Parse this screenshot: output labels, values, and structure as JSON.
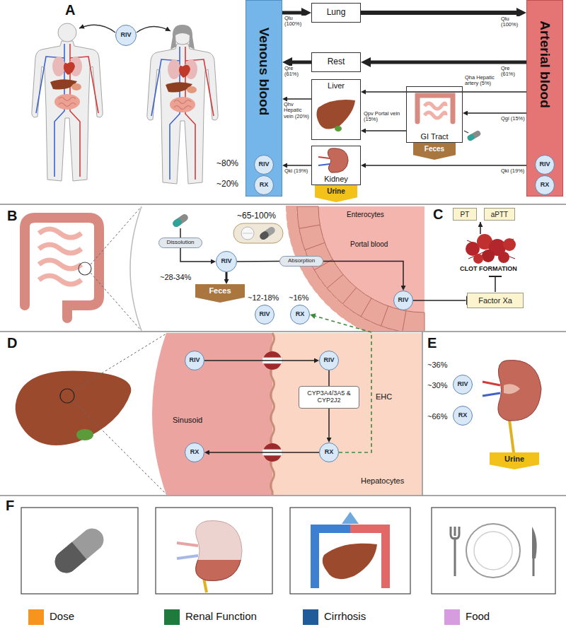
{
  "diagram": {
    "nodes": [
      {
        "text": [
          "RIV"
        ]
      },
      {
        "text": [
          "Venous blood"
        ]
      },
      {
        "text": [
          "RIV"
        ],
        "in": 1
      },
      {
        "text": [
          "RX"
        ],
        "in": 1
      },
      {
        "text": [
          "Lung"
        ]
      },
      {
        "text": [
          "Rest"
        ]
      },
      {
        "text": [
          "Liver"
        ]
      },
      {
        "text": [
          "GI Tract"
        ]
      },
      {
        "text": [
          "Feces"
        ]
      },
      {
        "text": [
          "Kidney"
        ]
      },
      {
        "text": [
          "Urine"
        ]
      },
      {
        "text": [
          "Arterial blood"
        ]
      },
      {
        "text": [
          "RIV"
        ],
        "in": 11
      },
      {
        "text": [
          "RX"
        ],
        "in": 11
      },
      {
        "text": [
          "Dissolution"
        ]
      },
      {
        "text": [
          "RIV"
        ]
      },
      {
        "text": [
          "Feces"
        ]
      },
      {
        "text": [
          "RIV"
        ]
      },
      {
        "text": [
          "RX"
        ]
      },
      {
        "text": [
          "Absorption"
        ]
      },
      {
        "text": [
          "RIV"
        ]
      },
      {
        "text": [
          "PT"
        ]
      },
      {
        "text": [
          "aPTT"
        ]
      },
      {
        "text": [
          "Factor Xa"
        ]
      },
      {
        "text": [
          "RIV"
        ]
      },
      {
        "text": [
          "RIV"
        ]
      },
      {
        "text": [
          "CYP3A4/3A5 & CYP2J2"
        ]
      },
      {
        "text": [
          "RX"
        ]
      },
      {
        "text": [
          "RX"
        ]
      },
      {
        "text": [
          "RIV"
        ]
      },
      {
        "text": [
          "RX"
        ]
      },
      {
        "text": [
          "Urine"
        ]
      }
    ],
    "edges": [
      {
        "from": 1,
        "to": 4,
        "arrow": "to",
        "label": "Qlu (100%)"
      },
      {
        "from": 4,
        "to": 11,
        "arrow": "to",
        "label": "Qlu (100%)"
      },
      {
        "from": 11,
        "to": 5,
        "arrow": "to",
        "label": "Qre (61%)"
      },
      {
        "from": 5,
        "to": 1,
        "arrow": "to",
        "label": "Qre (61%)"
      },
      {
        "from": 6,
        "to": 1,
        "arrow": "to",
        "label": "Qhv Hepatic vein (20%)"
      },
      {
        "from": 11,
        "to": 6,
        "arrow": "to",
        "label": "Qha Hepatic artery (5%)"
      },
      {
        "from": 11,
        "to": 7,
        "arrow": "to",
        "label": "Qgi (15%)"
      },
      {
        "from": 7,
        "to": 6,
        "arrow": "to",
        "label": "Qpv Portal vein (15%)"
      },
      {
        "from": 11,
        "to": 9,
        "arrow": "to",
        "label": "Qki (19%)"
      },
      {
        "from": 9,
        "to": 1,
        "arrow": "to",
        "label": "Qki (19%)"
      },
      {
        "from": 14,
        "to": 15,
        "arrow": "to"
      },
      {
        "from": 15,
        "to": 16,
        "arrow": "to"
      },
      {
        "from": 15,
        "to": 19,
        "arrow": "none"
      },
      {
        "from": 19,
        "to": 20,
        "arrow": "to"
      },
      {
        "from": 20,
        "to": 23,
        "arrow": "to"
      },
      {
        "from": 24,
        "to": 25,
        "arrow": "to"
      },
      {
        "from": 25,
        "to": 26,
        "arrow": "none"
      },
      {
        "from": 26,
        "to": 28,
        "arrow": "to"
      },
      {
        "from": 28,
        "to": 27,
        "arrow": "to"
      },
      {
        "from": 28,
        "to": 18,
        "arrow": "to"
      }
    ],
    "labels": [
      "A",
      "~80%",
      "~20%",
      "B",
      "~65-100%",
      "~28-34%",
      "~12-18%",
      "~16%",
      "Enterocytes",
      "Portal blood",
      "C",
      "CLOT FORMATION",
      "D",
      "Sinusoid",
      "EHC",
      "Hepatocytes",
      "E",
      "~36%",
      "~30%",
      "~66%",
      "F"
    ],
    "legend": [
      {
        "text": "Dose",
        "color": "#f7941d"
      },
      {
        "text": "Renal Function",
        "color": "#1f7a3d"
      },
      {
        "text": "Cirrhosis",
        "color": "#1f5c99"
      },
      {
        "text": "Food",
        "color": "#d79be0"
      }
    ]
  }
}
